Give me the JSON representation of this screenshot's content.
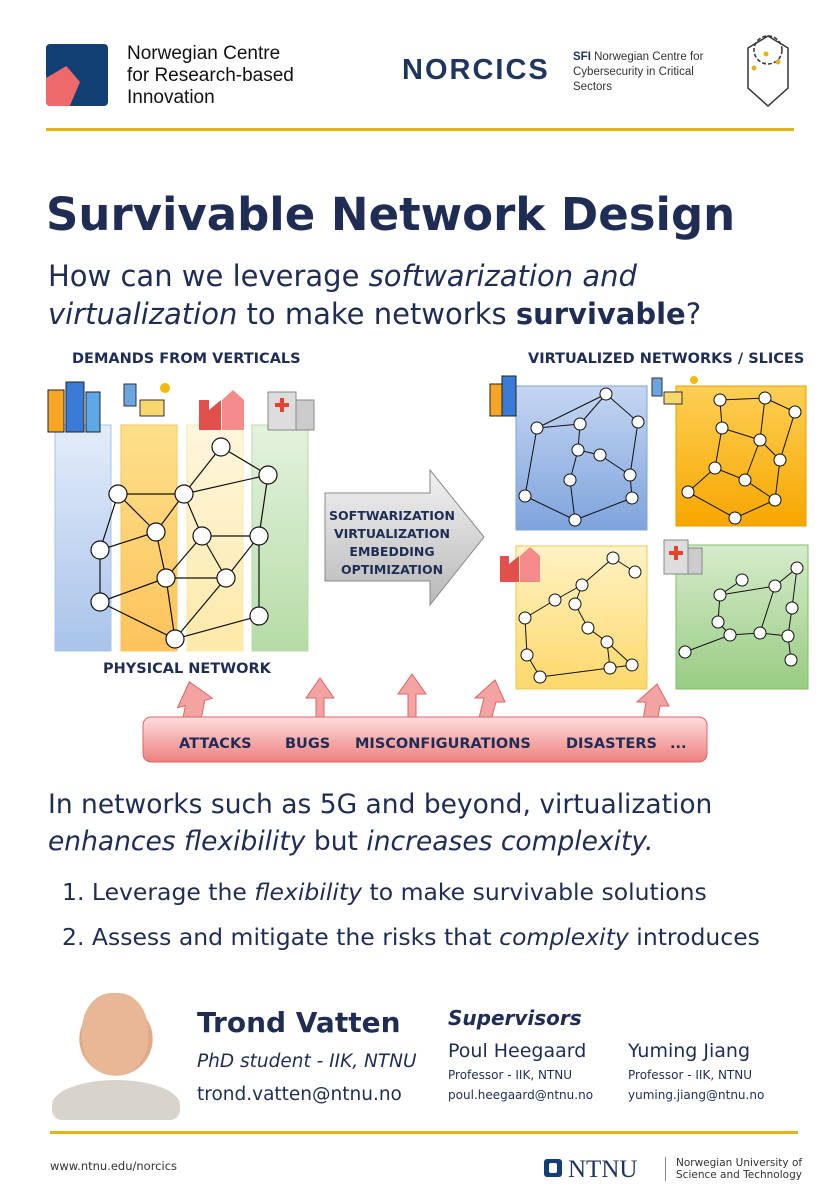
{
  "header": {
    "logo1_text": [
      "Norwegian Centre",
      "for Research-based",
      "Innovation"
    ],
    "norcics": "NORCICS",
    "sfi_bold": "SFI",
    "sfi_text": [
      "Norwegian Centre for",
      "Cybersecurity in Critical",
      "Sectors"
    ]
  },
  "title": "Survivable Network Design",
  "subtitle": {
    "p1": "How can we leverage ",
    "i1": "softwarization and",
    "i2": "virtualization",
    "p2": " to make networks ",
    "b1": "survivable",
    "p3": "?"
  },
  "diagram": {
    "demands": "DEMANDS FROM VERTICALS",
    "slices": "VIRTUALIZED NETWORKS / SLICES",
    "physical": "PHYSICAL NETWORK",
    "arrow": [
      "SOFTWARIZATION",
      "VIRTUALIZATION",
      "EMBEDDING",
      "OPTIMIZATION"
    ],
    "threats": [
      "ATTACKS",
      "BUGS",
      "MISCONFIGURATIONS",
      "DISASTERS",
      "..."
    ],
    "colors": {
      "blue": "#a9c3ea",
      "orange": "#fdc35c",
      "yellow": "#fde9a8",
      "green": "#b5dca6",
      "threat": "#f07f7f"
    }
  },
  "body": {
    "p1": "In networks such as 5G and beyond, virtualization",
    "i1": "enhances flexibility",
    "p2": " but ",
    "i2": "increases complexity."
  },
  "list": [
    {
      "n": "1.",
      "a": " Leverage the ",
      "i": "flexibility",
      "b": " to make survivable solutions"
    },
    {
      "n": "2.",
      "a": " Assess and mitigate the risks that ",
      "i": "complexity",
      "b": " introduces"
    }
  ],
  "author": {
    "name": "Trond Vatten",
    "role": "PhD student - IIK, NTNU",
    "email": "trond.vatten@ntnu.no"
  },
  "supervisors": {
    "heading": "Supervisors",
    "people": [
      {
        "name": "Poul Heegaard",
        "role": "Professor - IIK, NTNU",
        "email": "poul.heegaard@ntnu.no"
      },
      {
        "name": "Yuming Jiang",
        "role": "Professor - IIK, NTNU",
        "email": "yuming.jiang@ntnu.no"
      }
    ]
  },
  "footer": {
    "url": "www.ntnu.edu/norcics",
    "ntnu": "NTNU",
    "ntnu_sub": [
      "Norwegian University of",
      "Science and Technology"
    ]
  }
}
